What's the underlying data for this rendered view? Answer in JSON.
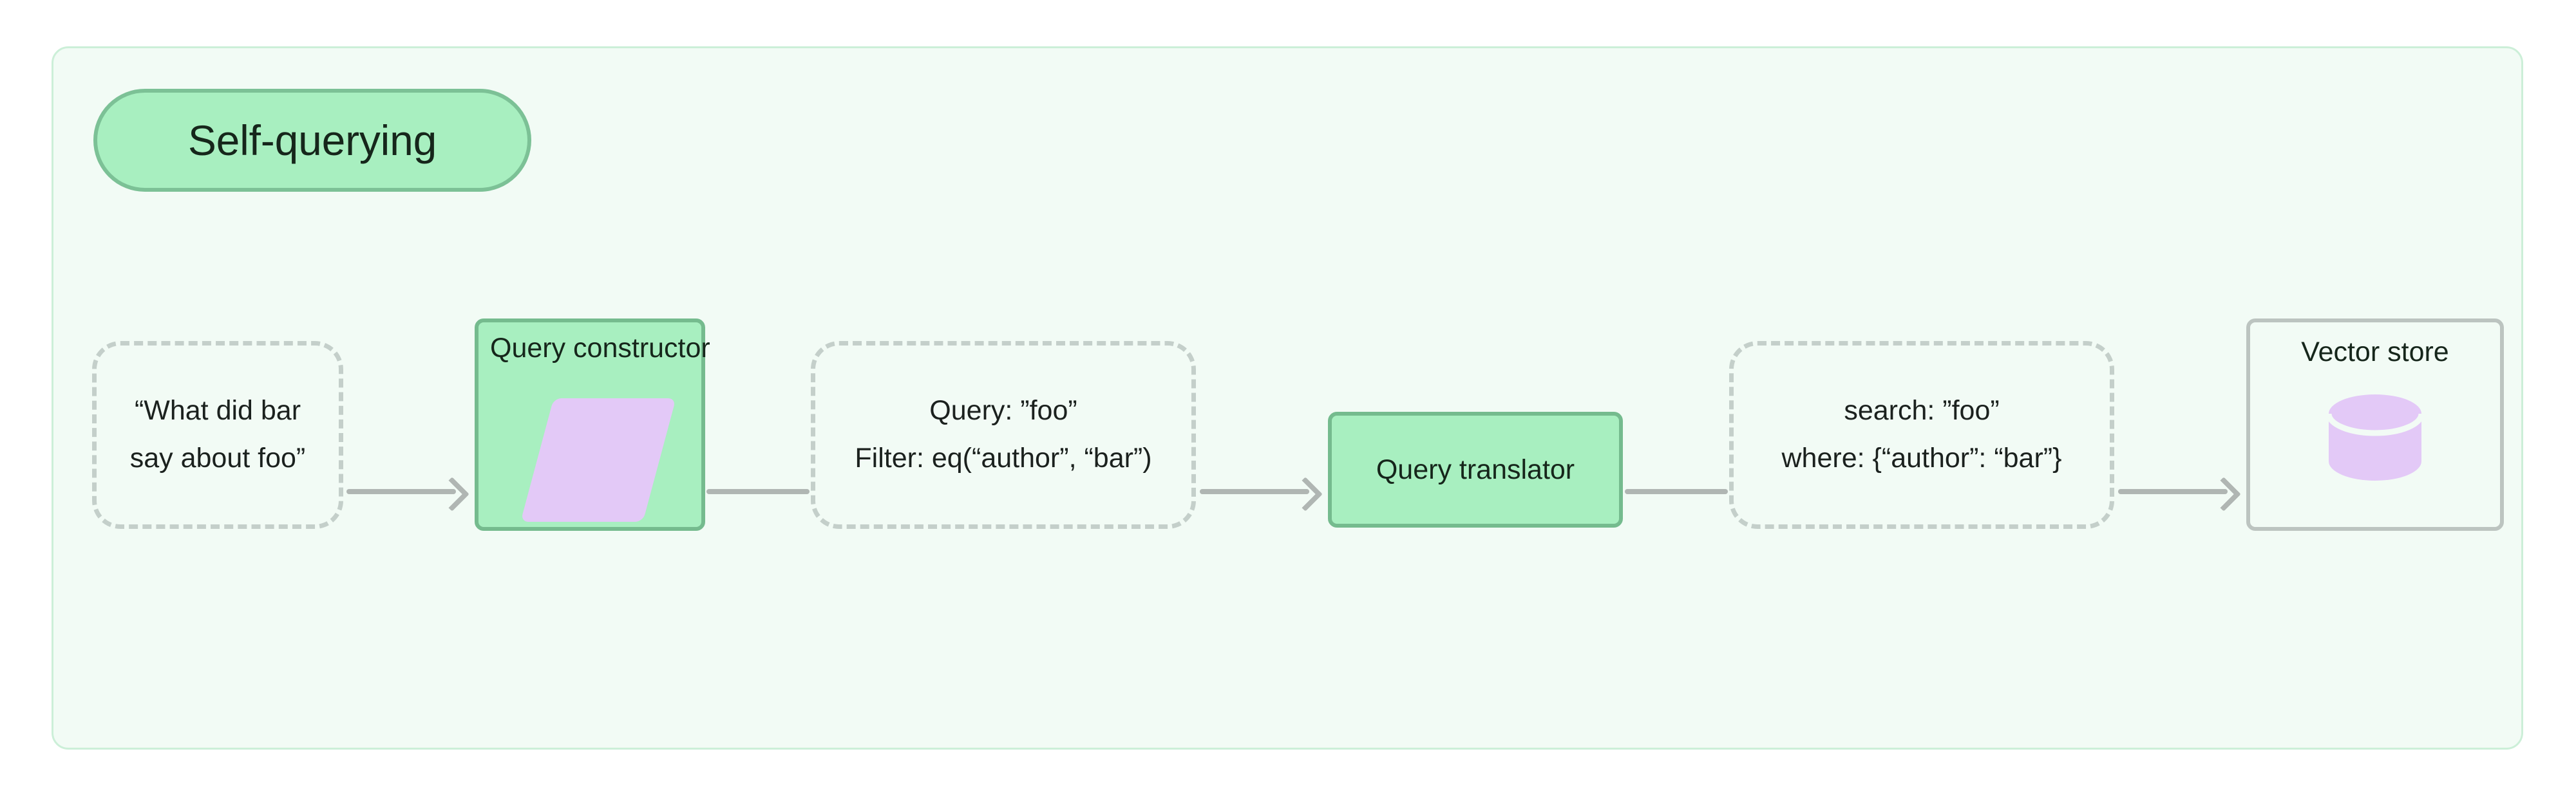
{
  "diagram": {
    "title": "Self-querying",
    "background_color": "#f2fbf5",
    "border_color": "#ccefd8",
    "accent_green": "#a8efc0",
    "accent_green_border": "#75bb8e",
    "accent_purple": "#e3c9f7",
    "edge_color": "#b0b6b3",
    "dashed_border_color": "#c4cfca"
  },
  "nodes": {
    "user_query": {
      "line1": "“What did bar",
      "line2": "say about foo”",
      "shape": "dashed-rounded"
    },
    "query_constructor": {
      "label": "Query constructor",
      "icon": "parallelogram-icon",
      "shape": "solid-green"
    },
    "structured_query": {
      "line1": "Query: ”foo”",
      "line2": "Filter: eq(“author”, “bar”)",
      "shape": "dashed-rounded"
    },
    "query_translator": {
      "label": "Query translator",
      "shape": "solid-green"
    },
    "native_query": {
      "line1": "search: ”foo”",
      "line2": "where: {“author”: “bar”}",
      "shape": "dashed-rounded"
    },
    "vector_store": {
      "label": "Vector store",
      "icon": "database-cylinder-icon",
      "shape": "solid-gray"
    }
  },
  "edges": [
    {
      "from": "user_query",
      "to": "query_constructor",
      "arrow": true
    },
    {
      "from": "query_constructor",
      "to": "structured_query",
      "arrow": false
    },
    {
      "from": "structured_query",
      "to": "query_translator",
      "arrow": true
    },
    {
      "from": "query_translator",
      "to": "native_query",
      "arrow": false
    },
    {
      "from": "native_query",
      "to": "vector_store",
      "arrow": true
    }
  ]
}
